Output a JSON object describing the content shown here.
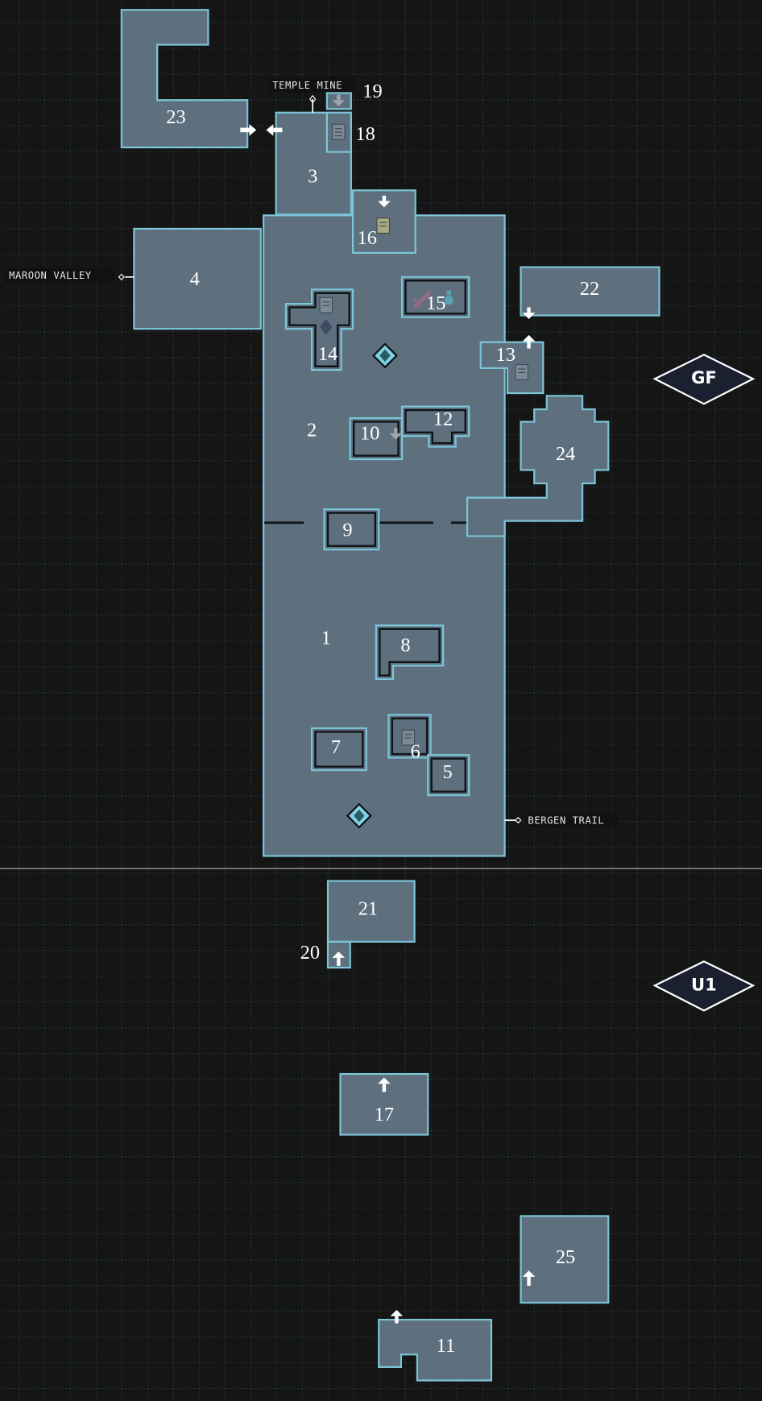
{
  "map": {
    "floors": [
      {
        "label": "GF"
      },
      {
        "label": "U1"
      }
    ],
    "exits": {
      "temple_mine": "TEMPLE MINE",
      "maroon_valley": "MAROON VALLEY",
      "bergen_trail": "BERGEN TRAIL"
    },
    "rooms": {
      "r1": "1",
      "r2": "2",
      "r3": "3",
      "r4": "4",
      "r5": "5",
      "r6": "6",
      "r7": "7",
      "r8": "8",
      "r9": "9",
      "r10": "10",
      "r11": "11",
      "r12": "12",
      "r13": "13",
      "r14": "14",
      "r15": "15",
      "r16": "16",
      "r17": "17",
      "r18": "18",
      "r19": "19",
      "r20": "20",
      "r21": "21",
      "r22": "22",
      "r23": "23",
      "r24": "24",
      "r25": "25"
    },
    "colors": {
      "background": "#151515",
      "room_fill": "#5e707e",
      "room_border": "#7cc4d8",
      "grid": "#1f5560"
    }
  }
}
